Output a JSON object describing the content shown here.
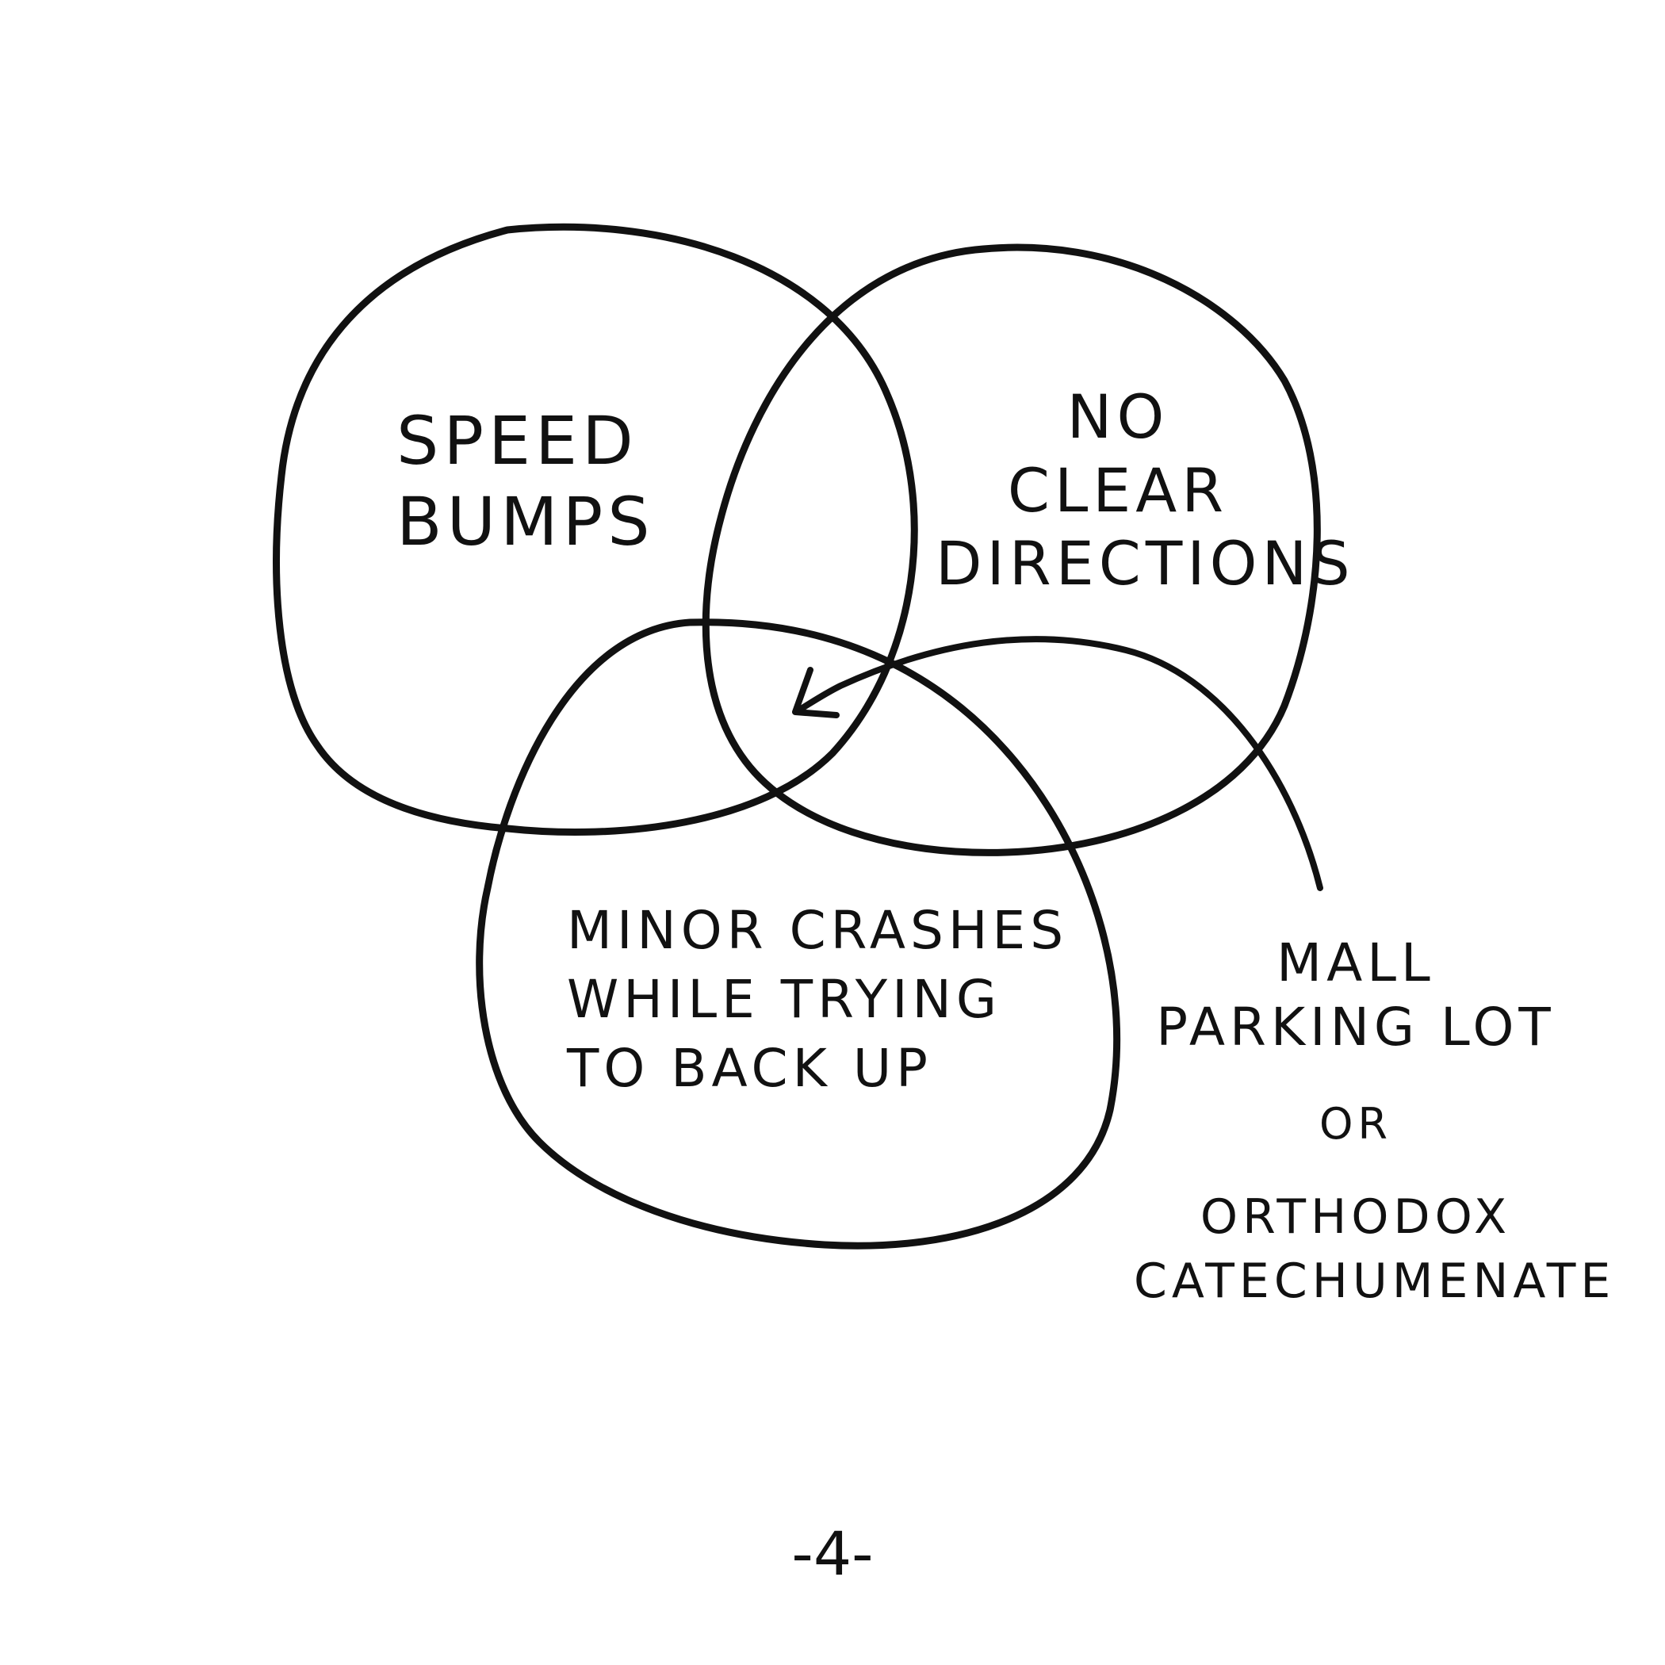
{
  "diagram": {
    "type": "venn",
    "circles": [
      {
        "id": "speed-bumps",
        "label_lines": [
          "SPEED",
          "BUMPS"
        ]
      },
      {
        "id": "no-clear-directions",
        "label_lines": [
          "NO",
          "CLEAR",
          "DIRECTIONS"
        ]
      },
      {
        "id": "minor-crashes",
        "label_lines": [
          "MINOR CRASHES",
          "WHILE TRYING",
          "TO BACK UP"
        ]
      }
    ],
    "intersection_label": {
      "lines": [
        "MALL",
        "PARKING LOT"
      ],
      "separator": "OR",
      "alt_lines": [
        "ORTHODOX",
        "CATECHUMENATE"
      ]
    }
  },
  "page": {
    "number": "-4-"
  },
  "colors": {
    "ink": "#111111",
    "paper": "#ffffff"
  }
}
